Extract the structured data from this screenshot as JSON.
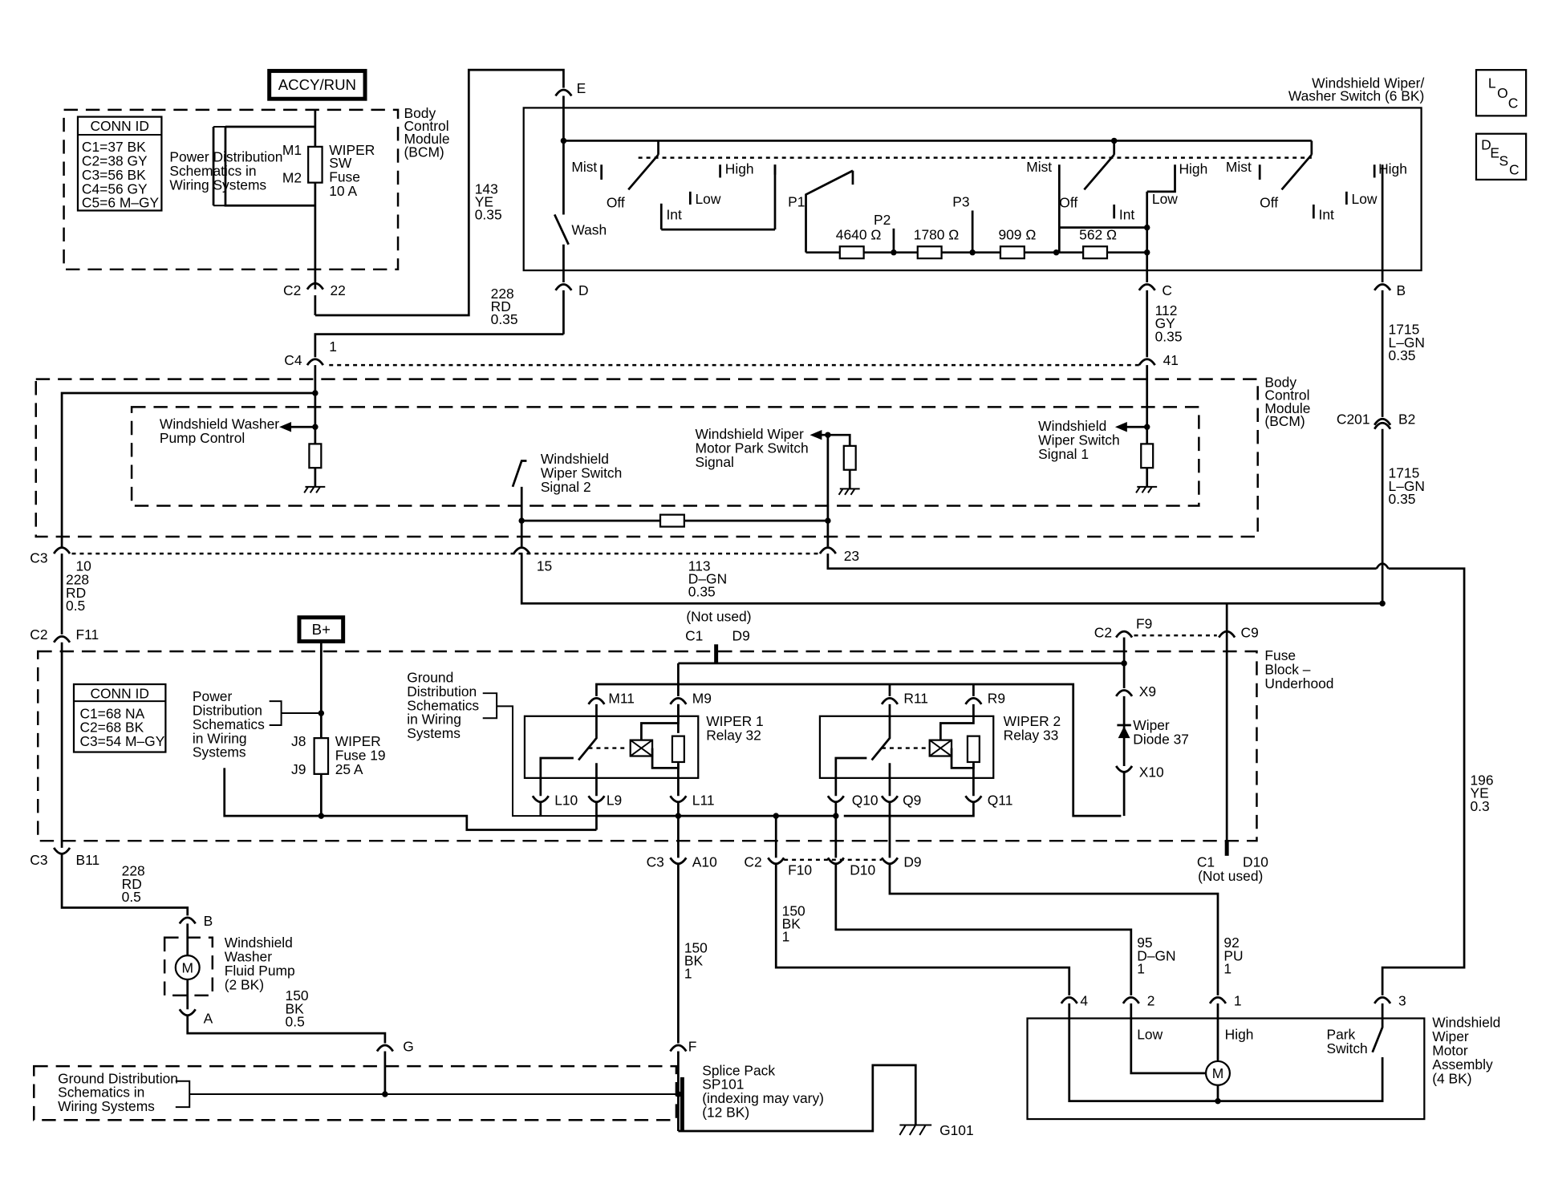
{
  "accy_run_label": "ACCY/RUN",
  "bplus_label": "B+",
  "bcm_top": {
    "conn_title": "CONN ID",
    "conn_rows": [
      "C1=37 BK",
      "C2=38 GY",
      "C3=56 BK",
      "C4=56 GY",
      "C5=6 M–GY"
    ],
    "power_dist": [
      "Power Distribution",
      "Schematics in",
      "Wiring Systems"
    ],
    "fuse": [
      "WIPER",
      "SW",
      "Fuse",
      "10 A"
    ],
    "m1": "M1",
    "m2": "M2",
    "module": [
      "Body",
      "Control",
      "Module",
      "(BCM)"
    ],
    "c2": "C2",
    "c2_pin": "22"
  },
  "switch": {
    "title": [
      "Windshield Wiper/",
      "Washer Switch (6 BK)"
    ],
    "pin_e": "E",
    "pin_d": "D",
    "pin_c": "C",
    "pin_b": "B",
    "mist": "Mist",
    "off": "Off",
    "high": "High",
    "low": "Low",
    "int": "Int",
    "wash": "Wash",
    "p1": "P1",
    "p2": "P2",
    "p3": "P3",
    "r1": "4640 Ω",
    "r2": "1780 Ω",
    "r3": "909 Ω",
    "r4": "562 Ω"
  },
  "wires": {
    "w143": [
      "143",
      "YE",
      "0.35"
    ],
    "w228a": [
      "228",
      "RD",
      "0.35"
    ],
    "w112": [
      "112",
      "GY",
      "0.35"
    ],
    "w1715a": [
      "1715",
      "L–GN",
      "0.35"
    ],
    "w1715b": [
      "1715",
      "L–GN",
      "0.35"
    ],
    "w228b": [
      "228",
      "RD",
      "0.5"
    ],
    "w113": [
      "113",
      "D–GN",
      "0.35"
    ],
    "w228c": [
      "228",
      "RD",
      "0.5"
    ],
    "w150a": [
      "150",
      "BK",
      "0.5"
    ],
    "w150b": [
      "150",
      "BK",
      "1"
    ],
    "w150c": [
      "150",
      "BK",
      "1"
    ],
    "w95": [
      "95",
      "D–GN",
      "1"
    ],
    "w92": [
      "92",
      "PU",
      "1"
    ],
    "w196": [
      "196",
      "YE",
      "0.3"
    ]
  },
  "bcm_mid": {
    "c4": "C4",
    "c4_pin": "1",
    "pin41": "41",
    "c201": "C201",
    "b2": "B2",
    "washer_pump": [
      "Windshield Washer",
      "Pump Control"
    ],
    "switch_sig2": [
      "Windshield",
      "Wiper Switch",
      "Signal 2"
    ],
    "park_switch": [
      "Windshield Wiper",
      "Motor Park Switch",
      "Signal"
    ],
    "switch_sig1": [
      "Windshield",
      "Wiper Switch",
      "Signal 1"
    ],
    "module": [
      "Body",
      "Control",
      "Module",
      "(BCM)"
    ],
    "c3": "C3",
    "pin10": "10",
    "pin15": "15",
    "pin23": "23"
  },
  "fuse_block": {
    "title": [
      "Fuse",
      "Block –",
      "Underhood"
    ],
    "conn_title": "CONN ID",
    "conn_rows": [
      "C1=68 NA",
      "C2=68 BK",
      "C3=54 M–GY"
    ],
    "power_dist": [
      "Power",
      "Distribution",
      "Schematics",
      "in Wiring",
      "Systems"
    ],
    "ground_dist": [
      "Ground",
      "Distribution",
      "Schematics",
      "in Wiring",
      "Systems"
    ],
    "j8": "J8",
    "j9": "J9",
    "fuse": [
      "WIPER",
      "Fuse 19",
      "25 A"
    ],
    "not_used_top": "(Not used)",
    "c1": "C1",
    "d9_top": "D9",
    "c2_f11": "C2",
    "f11": "F11",
    "c2_f9": "C2",
    "f9": "F9",
    "c9": "C9",
    "m11": "M11",
    "m9": "M9",
    "r11": "R11",
    "r9": "R9",
    "relay1": [
      "WIPER 1",
      "Relay 32"
    ],
    "relay2": [
      "WIPER 2",
      "Relay 33"
    ],
    "l10": "L10",
    "l9": "L9",
    "l11": "L11",
    "q10": "Q10",
    "q9": "Q9",
    "q11": "Q11",
    "x9": "X9",
    "x10": "X10",
    "diode": [
      "Wiper",
      "Diode 37"
    ],
    "c3_b11": "C3",
    "b11": "B11",
    "c3_a10": "C3",
    "a10": "A10",
    "c2_f10": "C2",
    "f10": "F10",
    "d10": "D10",
    "d9": "D9",
    "c1_d10": "C1",
    "d10b": "D10",
    "not_used_bot": "(Not used)"
  },
  "pump": {
    "title": [
      "Windshield",
      "Washer",
      "Fluid Pump",
      "(2 BK)"
    ],
    "pin_b": "B",
    "pin_a": "A",
    "motor": "M"
  },
  "ground": {
    "g": "G",
    "ground_dist": [
      "Ground Distribution",
      "Schematics in",
      "Wiring Systems"
    ],
    "f": "F",
    "splice": [
      "Splice Pack",
      "SP101",
      "(indexing may vary)",
      "(12 BK)"
    ],
    "g101": "G101"
  },
  "motor": {
    "title": [
      "Windshield",
      "Wiper",
      "Motor",
      "Assembly",
      "(4 BK)"
    ],
    "pin4": "4",
    "pin2": "2",
    "pin1": "1",
    "pin3": "3",
    "low": "Low",
    "high": "High",
    "park": [
      "Park",
      "Switch"
    ],
    "m": "M"
  },
  "side_icons": {
    "loc": [
      "L",
      "O",
      "C"
    ],
    "desc": [
      "D",
      "E",
      "S",
      "C"
    ]
  }
}
